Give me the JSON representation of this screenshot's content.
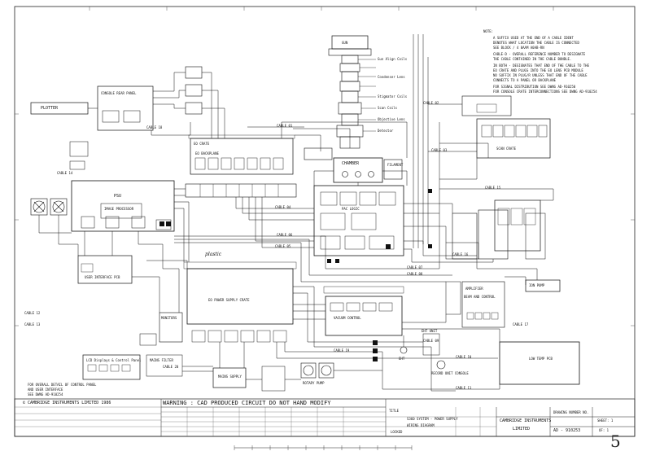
{
  "title_block": {
    "copyright": "© CAMBRIDGE INSTRUMENTS LIMITED 1986",
    "warning": "WARNING : CAD PRODUCED CIRCUIT DO NOT HAND MODIFY",
    "title_label": "TITLE",
    "title_line1": "S360 SYSTEM - POWER SUPPLY",
    "title_line2": "WIRING DIAGRAM",
    "company_line1": "CAMBRIDGE INSTRUMENTS",
    "company_line2": "LIMITED",
    "drawing_number_label": "DRAWING NUMBER NO.",
    "drawing_number": "AD - 910253",
    "sheet_label": "SHEET: 1",
    "of_label": "OF: 1"
  },
  "notes": {
    "label": "NOTE:",
    "lines": [
      "A SUFFIX USED AT THE END OF A CABLE IDENT",
      "DENOTES WHAT LOCATION THE CABLE IS CONNECTED",
      "SEE BLOCK / 4 0AAM A0AB-RN",
      "CABLE-D - OVERALL REFERENCE NUMBER TO DESIGNATE",
      "THE CABLE CONTAINED IN THE CABLE BUNDLE.",
      "IN BOTH - DESIGNATES THAT END OF THE CABLE TO THE",
      "EO CRATE AND PLUGS INTO THE EO LENS PCB MODULE",
      "NO SUFFIX IN PLUG/R UNLESS THAT END OF THE CABLE",
      "CONNECTS TO A PANEL OR BACKPLANE",
      "FOR SIGNAL DISTRIBUTION SEE DWNG AD-910250",
      "FOR CONSOLE CRATE INTERCONNECTIONS SEE DWNG AD-910254"
    ]
  },
  "blocks": {
    "plotter": "PLOTTER",
    "console_rear_panel": "CONSOLE REAR PANEL",
    "column": "GUN",
    "chamber": "CHAMBER",
    "psu": "PSU",
    "eo_crate": "EO CRATE",
    "eo_backplane": "EO BACKPLANE",
    "image_processor": "IMAGE PROCESSOR",
    "user_interface": "USER INTERFACE PCB",
    "eo_power_supply": "EO POWER SUPPLY CRATE",
    "pac_logic": "PAC LOGIC",
    "ion_pump": "ION PUMP",
    "beam_and_control": "BEAM AND CONTROL",
    "lcd_display": "LCD Displays & Control Panel",
    "mains_supply": "MAINS SUPPLY",
    "low_temp": "LOW TEMP PCB",
    "vacuum_control": "VACUUM CONTROL",
    "scan_crate": "SCAN CRATE",
    "monitors": "MONITORS",
    "mains_filter": "MAINS FILTER",
    "high_voltage": "EHT",
    "rotary_pump": "ROTARY PUMP",
    "record_unit": "RECORD UNIT CONSOLE",
    "eht_unit": "EHT UNIT",
    "filament": "FILAMENT",
    "amplifier": "AMPLIFIER"
  },
  "column_labels": [
    "Gun Align Coils",
    "Condenser Lens",
    "Stigmator Coils",
    "Scan Coils",
    "Objective Lens",
    "Detector"
  ],
  "cable_labels": [
    "CABLE 01",
    "CABLE 02",
    "CABLE 03",
    "CABLE 04",
    "CABLE 05",
    "CABLE 06",
    "CABLE 07",
    "CABLE 08",
    "CABLE 09",
    "CABLE 10",
    "CABLE 11",
    "CABLE 12",
    "CABLE 13",
    "CABLE 14",
    "CABLE 15",
    "CABLE 16",
    "CABLE 17",
    "CABLE 18",
    "CABLE 19",
    "CABLE 20"
  ],
  "footer_notes": [
    "FOR OVERALL DETAIL OF CONTROL PANEL",
    "AND USER INTERFACE",
    "SEE DWNG AD-910254"
  ],
  "revision_mark": "LOCKED",
  "page_number": "5",
  "handwriting": "plastic"
}
